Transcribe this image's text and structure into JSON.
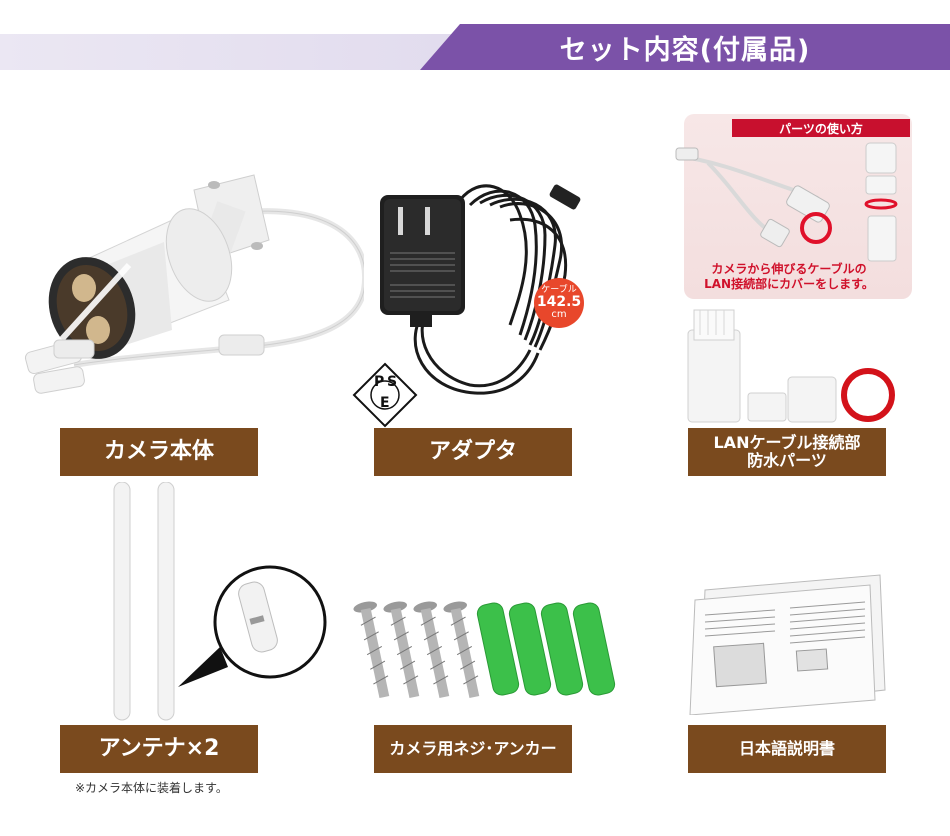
{
  "header": {
    "title": "セット内容(付属品)"
  },
  "items": [
    {
      "label": "カメラ本体"
    },
    {
      "label": "アダプタ"
    },
    {
      "label_line1": "LANケーブル接続部",
      "label_line2": "防水パーツ"
    },
    {
      "label": "アンテナ×2",
      "note": "※カメラ本体に装着します。"
    },
    {
      "label": "カメラ用ネジ･アンカー"
    },
    {
      "label": "日本語説明書"
    }
  ],
  "adapter": {
    "cable_badge": {
      "label": "ケーブル",
      "value": "142.5",
      "unit": "cm"
    },
    "pse_mark": {
      "letters": [
        "P",
        "S",
        "E"
      ]
    }
  },
  "parts_guide": {
    "title": "パーツの使い方",
    "caption_line1": "カメラから伸びるケーブルの",
    "caption_line2": "LAN接続部にカバーをします。"
  },
  "colors": {
    "header_purple": "#7b52a8",
    "label_brown": "#7a4a1e",
    "accent_red": "#c8102e",
    "anchor_green": "#3cc04a"
  },
  "icons": [
    "camera-image",
    "adapter-image",
    "waterproof-parts-image",
    "antenna-image",
    "screws-anchors-image",
    "manual-image",
    "pse-mark-icon"
  ]
}
